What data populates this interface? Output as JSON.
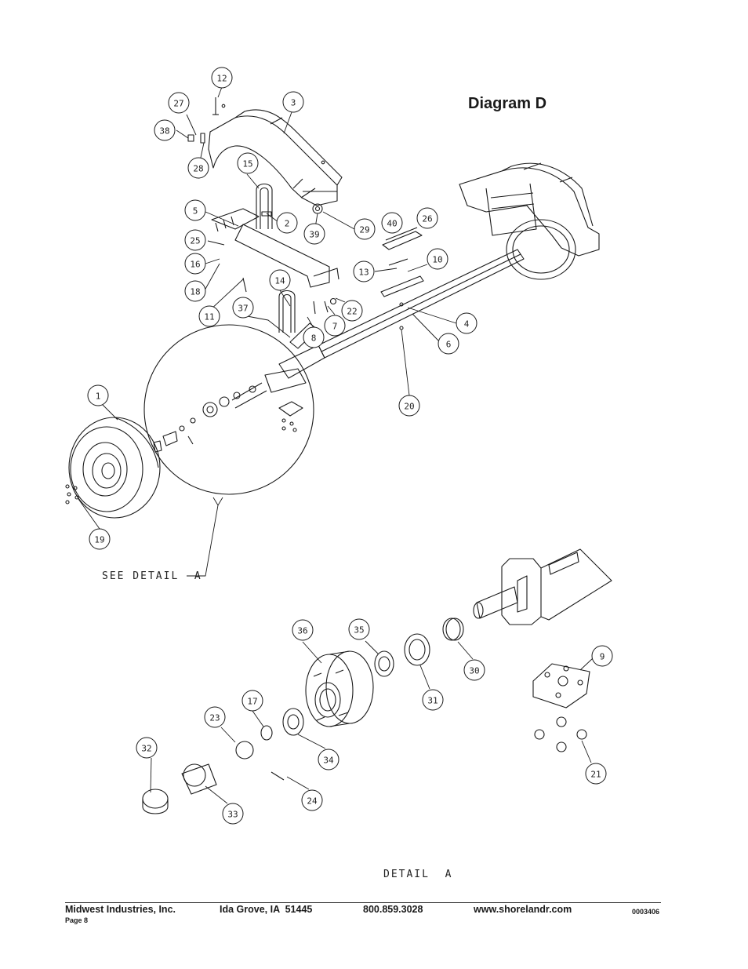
{
  "title": "Diagram D",
  "labels": {
    "see_detail": "SEE DETAIL  A",
    "detail": "DETAIL  A"
  },
  "callouts": [
    {
      "id": "p1",
      "text": "1"
    },
    {
      "id": "p2",
      "text": "2"
    },
    {
      "id": "p3",
      "text": "3"
    },
    {
      "id": "p4",
      "text": "4"
    },
    {
      "id": "p5",
      "text": "5"
    },
    {
      "id": "p6",
      "text": "6"
    },
    {
      "id": "p7",
      "text": "7"
    },
    {
      "id": "p8",
      "text": "8"
    },
    {
      "id": "p9",
      "text": "9"
    },
    {
      "id": "p10",
      "text": "10"
    },
    {
      "id": "p11",
      "text": "11"
    },
    {
      "id": "p12",
      "text": "12"
    },
    {
      "id": "p13",
      "text": "13"
    },
    {
      "id": "p14",
      "text": "14"
    },
    {
      "id": "p15",
      "text": "15"
    },
    {
      "id": "p16",
      "text": "16"
    },
    {
      "id": "p17",
      "text": "17"
    },
    {
      "id": "p18",
      "text": "18"
    },
    {
      "id": "p19",
      "text": "19"
    },
    {
      "id": "p20",
      "text": "20"
    },
    {
      "id": "p21",
      "text": "21"
    },
    {
      "id": "p22",
      "text": "22"
    },
    {
      "id": "p23",
      "text": "23"
    },
    {
      "id": "p24",
      "text": "24"
    },
    {
      "id": "p25",
      "text": "25"
    },
    {
      "id": "p26",
      "text": "26"
    },
    {
      "id": "p27",
      "text": "27"
    },
    {
      "id": "p28",
      "text": "28"
    },
    {
      "id": "p29",
      "text": "29"
    },
    {
      "id": "p30",
      "text": "30"
    },
    {
      "id": "p31",
      "text": "31"
    },
    {
      "id": "p32",
      "text": "32"
    },
    {
      "id": "p33",
      "text": "33"
    },
    {
      "id": "p34",
      "text": "34"
    },
    {
      "id": "p35",
      "text": "35"
    },
    {
      "id": "p36",
      "text": "36"
    },
    {
      "id": "p37",
      "text": "37"
    },
    {
      "id": "p38",
      "text": "38"
    },
    {
      "id": "p39",
      "text": "39"
    },
    {
      "id": "p40",
      "text": "40"
    }
  ],
  "footer": {
    "company": "Midwest Industries, Inc.",
    "city": "Ida Grove, IA  51445",
    "phone": "800.859.3028",
    "website": "www.shorelandr.com",
    "doc_code": "0003406",
    "page": "Page 8"
  }
}
